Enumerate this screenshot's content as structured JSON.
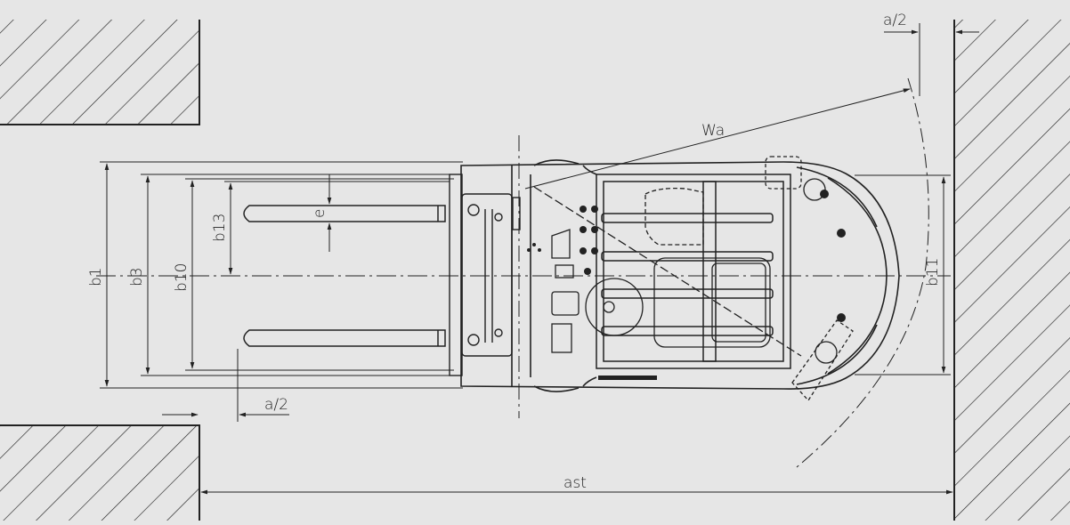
{
  "colors": {
    "background": "#e6e6e6",
    "line": "#222222",
    "hatch": "#222222"
  },
  "labels": {
    "a2_top": "a/2",
    "a2_bottom": "a/2",
    "wa": "Wa",
    "b1": "b1",
    "b3": "b3",
    "b10": "b10",
    "b13": "b13",
    "e": "e",
    "b11": "b11",
    "ast": "ast"
  }
}
